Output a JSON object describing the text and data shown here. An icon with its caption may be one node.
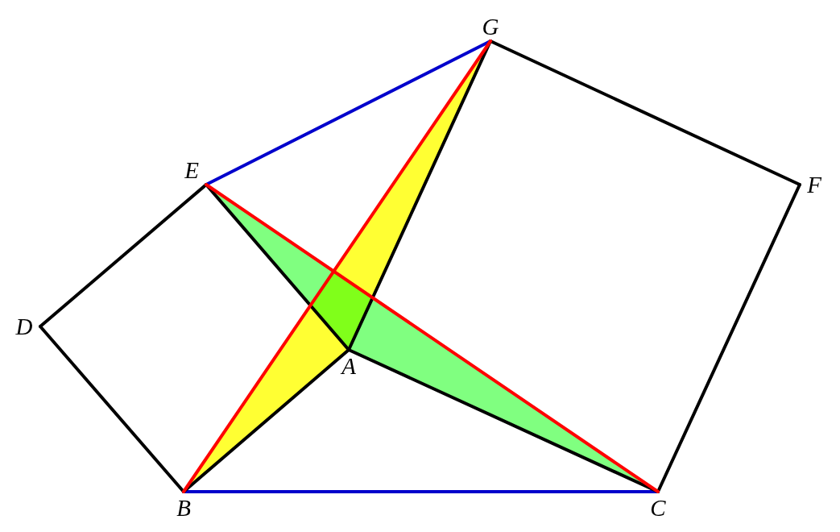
{
  "diagram": {
    "nodes": [
      {
        "text": [
          "G"
        ]
      },
      {
        "text": [
          "E"
        ]
      },
      {
        "text": [
          "F"
        ]
      },
      {
        "text": [
          "D"
        ]
      },
      {
        "text": [
          "A"
        ]
      },
      {
        "text": [
          "B"
        ]
      },
      {
        "text": [
          "C"
        ]
      }
    ],
    "edges": [
      {
        "from": 1,
        "to": 0,
        "arrow": "none",
        "color": "#0000cc"
      },
      {
        "from": 0,
        "to": 2,
        "arrow": "none"
      },
      {
        "from": 2,
        "to": 6,
        "arrow": "none"
      },
      {
        "from": 5,
        "to": 6,
        "arrow": "none",
        "color": "#0000cc"
      },
      {
        "from": 3,
        "to": 1,
        "arrow": "none"
      },
      {
        "from": 3,
        "to": 5,
        "arrow": "none"
      },
      {
        "from": 1,
        "to": 4,
        "arrow": "none"
      },
      {
        "from": 4,
        "to": 6,
        "arrow": "none"
      },
      {
        "from": 0,
        "to": 4,
        "arrow": "none"
      },
      {
        "from": 4,
        "to": 5,
        "arrow": "none"
      },
      {
        "from": 1,
        "to": 6,
        "arrow": "none",
        "color": "#ff0000"
      },
      {
        "from": 5,
        "to": 0,
        "arrow": "none",
        "color": "#ff0000"
      }
    ]
  }
}
